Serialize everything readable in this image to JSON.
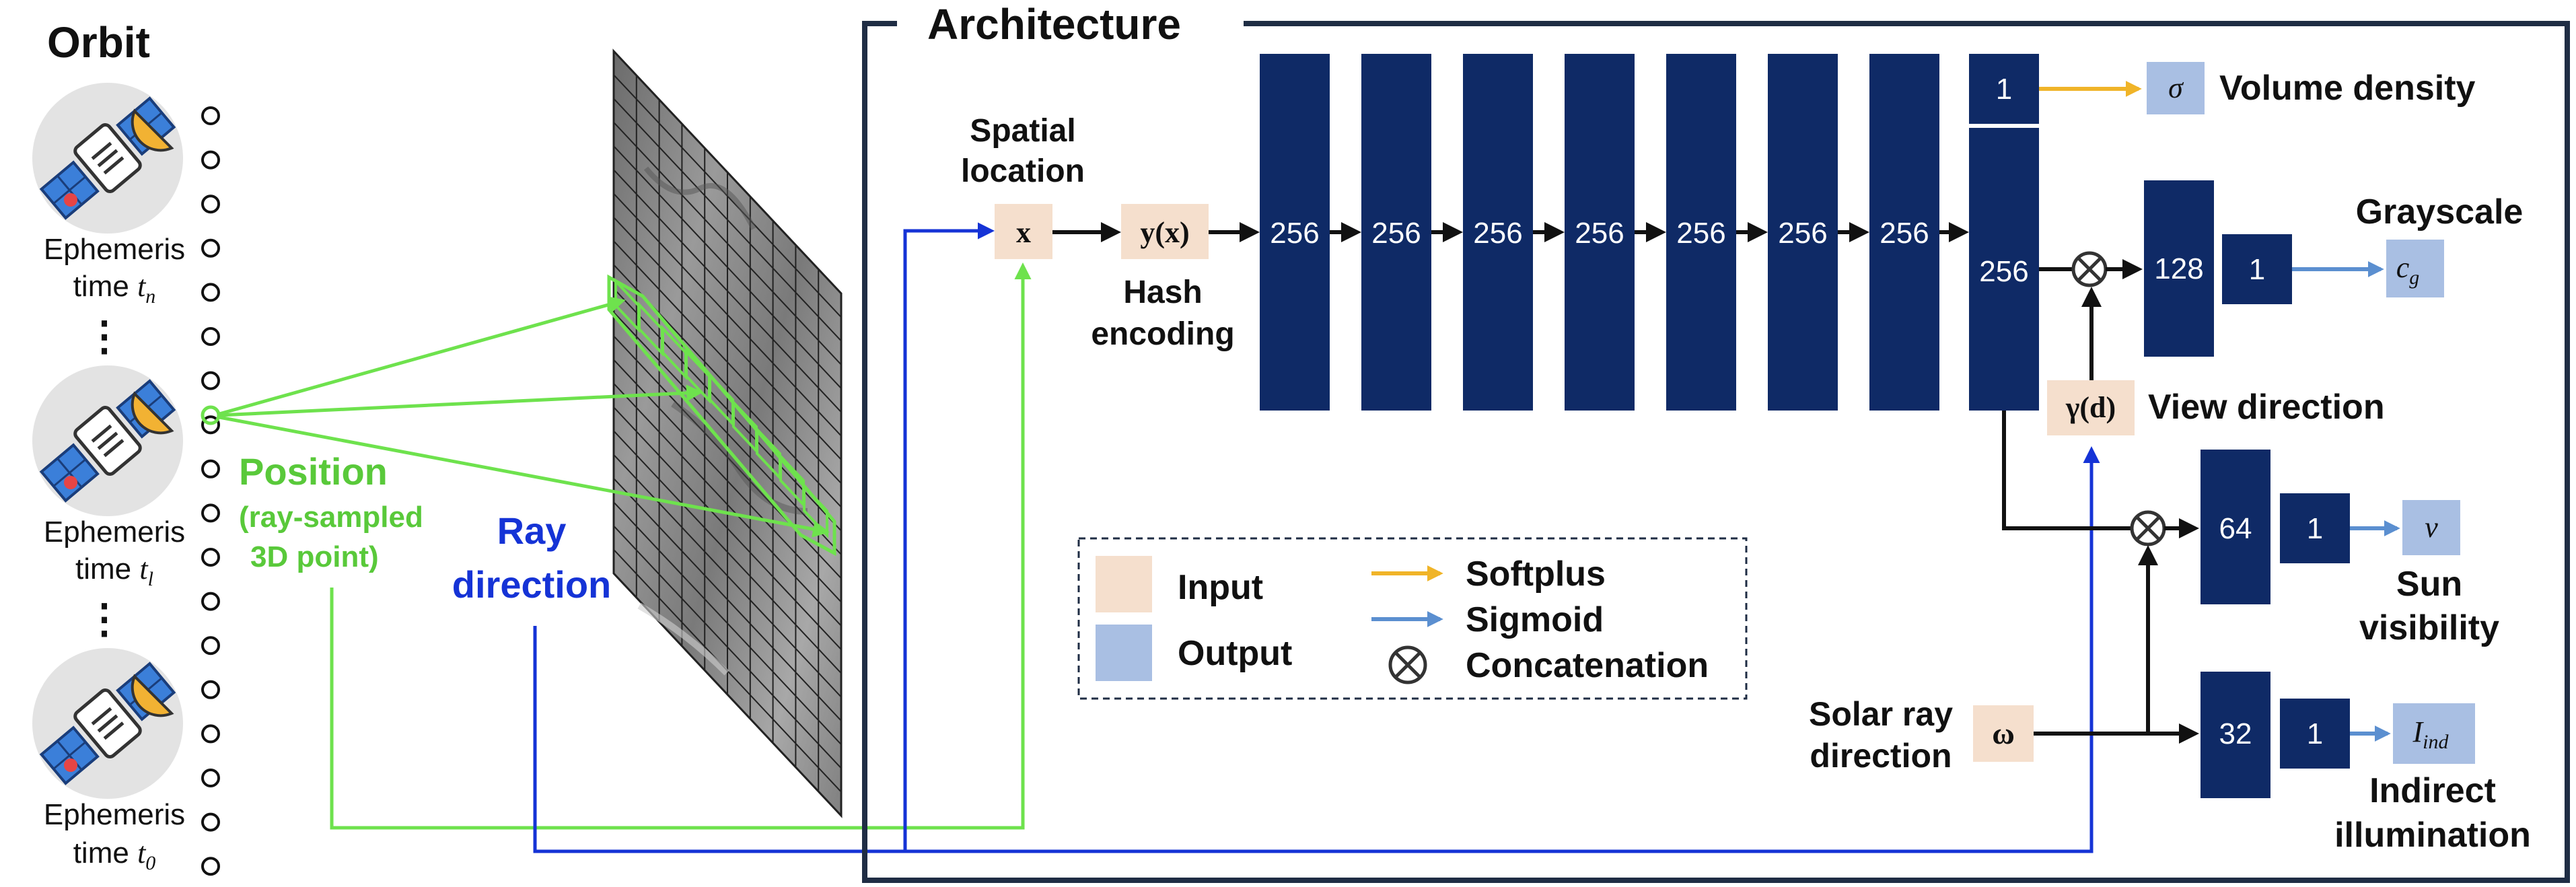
{
  "colors": {
    "dark_block": "#0f2a66",
    "input_fill": "#f5dfcd",
    "output_fill": "#a9bfe3",
    "green": "#6ee24d",
    "blue": "#1533d6",
    "softplus": "#f0b428",
    "sigmoid": "#5b8fd0",
    "frame": "#1f2d44"
  },
  "orbit": {
    "title": "Orbit",
    "ephemeris_top": {
      "line1": "Ephemeris",
      "line2_prefix": "time ",
      "symbol": "t",
      "subscript": "n"
    },
    "ephemeris_mid": {
      "line1": "Ephemeris",
      "line2_prefix": "time ",
      "symbol": "t",
      "subscript": "l"
    },
    "ephemeris_bottom": {
      "line1": "Ephemeris",
      "line2_prefix": "time ",
      "symbol": "t",
      "subscript": "0"
    },
    "dots": "⋮"
  },
  "left_labels": {
    "position": "Position",
    "position_sub1": "(ray-sampled",
    "position_sub2": "3D point)",
    "ray_direction_1": "Ray",
    "ray_direction_2": "direction"
  },
  "architecture": {
    "title": "Architecture",
    "spatial_location_1": "Spatial",
    "spatial_location_2": "location",
    "x_input": "x",
    "hash_output": "y(x)",
    "hash_encoding_1": "Hash",
    "hash_encoding_2": "encoding",
    "hidden_layers": [
      "256",
      "256",
      "256",
      "256",
      "256",
      "256",
      "256"
    ],
    "density_layer": "1",
    "last_layer": "256",
    "sigma": "σ",
    "volume_density": "Volume density",
    "gray_layer1": "128",
    "gray_layer2": "1",
    "grayscale": "Grayscale",
    "cg_symbol": "c",
    "cg_sub": "g",
    "view_input": "γ(d)",
    "view_direction": "View direction",
    "sun_layer1": "64",
    "sun_layer2": "1",
    "sun_out": "v",
    "sun_visibility_1": "Sun",
    "sun_visibility_2": "visibility",
    "solar_1": "Solar ray",
    "solar_2": "direction",
    "omega": "ω",
    "ind_layer1": "32",
    "ind_layer2": "1",
    "ind_symbol": "I",
    "ind_sub": "ind",
    "indirect_1": "Indirect",
    "indirect_2": "illumination"
  },
  "legend": {
    "input": "Input",
    "output": "Output",
    "softplus": "Softplus",
    "sigmoid": "Sigmoid",
    "concatenation": "Concatenation"
  }
}
